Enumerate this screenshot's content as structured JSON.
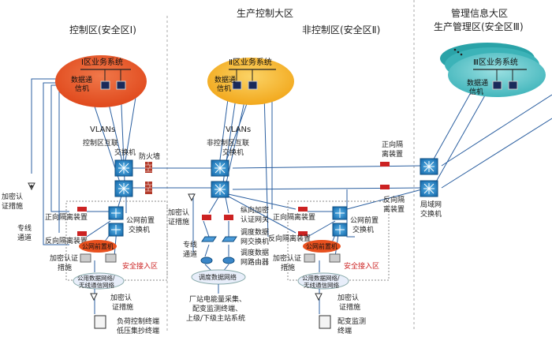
{
  "zones": {
    "top_production": "生产控制大区",
    "top_management": "管理信息大区",
    "control": "控制区(安全区Ⅰ)",
    "noncontrol": "非控制区(安全区Ⅱ)",
    "management": "生产管理区(安全区Ⅲ)"
  },
  "business": {
    "zone1": "Ⅰ区业务系统",
    "zone2": "Ⅱ区业务系统",
    "zone3": "Ⅲ区业务系统"
  },
  "labels": {
    "comm_server_1": "数据通",
    "comm_server_2": "信机",
    "vlans": "VLANs",
    "control_switch_1": "控制区互联",
    "control_switch_2": "交换机",
    "noncontrol_switch_1": "非控制区互联",
    "noncontrol_switch_2": "交换机",
    "firewall": "防火墙",
    "forward_isolation_1": "正向隔",
    "forward_isolation_2": "离装置",
    "reverse_isolation_1": "反向隔",
    "reverse_isolation_2": "离装置",
    "lan_switch_1": "局域网",
    "lan_switch_2": "交换机",
    "encryption_auth_1": "加密认",
    "encryption_auth_2": "证措施",
    "dedicated_channel_1": "专线",
    "dedicated_channel_2": "通道",
    "forward_isolation_device": "正向隔离装置",
    "reverse_isolation_device": "反向隔离装置",
    "public_front_switch_1": "公网前置",
    "public_front_switch_2": "交换机",
    "public_front_machine": "公网前置机",
    "security_access_zone": "安全接入区",
    "encryption_measures_1": "加密认证",
    "encryption_measures_2": "措施",
    "public_network_1": "公用数据网络/",
    "public_network_2": "无线通信网络",
    "vertical_auth_1": "纵向加密",
    "vertical_auth_2": "认证网关",
    "dispatch_switch_1": "调度数据",
    "dispatch_switch_2": "网交换机",
    "dispatch_router_1": "调度数据",
    "dispatch_router_2": "网路由器",
    "dispatch_network": "调度数据网络",
    "plant_systems_1": "厂站电能量采集、",
    "plant_systems_2": "配变监测终端、",
    "plant_systems_3": "上级/下级主站系统",
    "load_terminal_1": "负荷控制终端",
    "load_terminal_2": "低压集抄终端",
    "distribution_terminal_1": "配变监测",
    "distribution_terminal_2": "终端"
  },
  "colors": {
    "zone1_ellipse": "#e85a2a",
    "zone2_ellipse": "#f5b830",
    "zone3_ellipse": "#5ec6cc",
    "line": "#2b5fa0",
    "red_text": "#cc2222"
  }
}
